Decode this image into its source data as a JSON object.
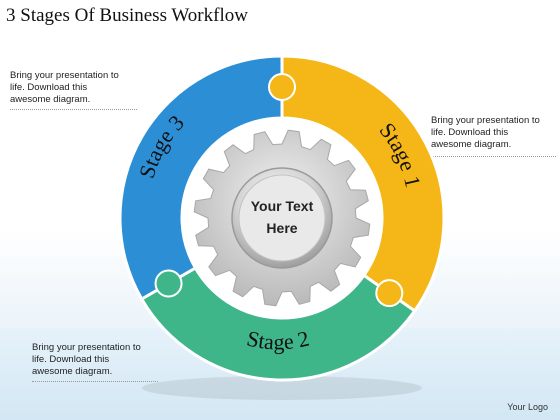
{
  "title": "3 Stages Of Business Workflow",
  "notes": [
    {
      "text": "Bring your presentation to\nlife. Download this\nawesome diagram."
    },
    {
      "text": "Bring your presentation to\nlife. Download this\nawesome diagram."
    },
    {
      "text": "Bring your presentation to\nlife. Download this\nawesome diagram."
    }
  ],
  "stages": [
    {
      "label": "Stage 1",
      "color": "#f5b617"
    },
    {
      "label": "Stage 2",
      "color": "#3fb58a"
    },
    {
      "label": "Stage 3",
      "color": "#2c8fd6"
    }
  ],
  "center": {
    "line1": "Your Text",
    "line2": "Here"
  },
  "footer": {
    "logo": "Your Logo"
  },
  "colors": {
    "gear": "#cfcfcf",
    "hub": "#bdbdbd"
  }
}
